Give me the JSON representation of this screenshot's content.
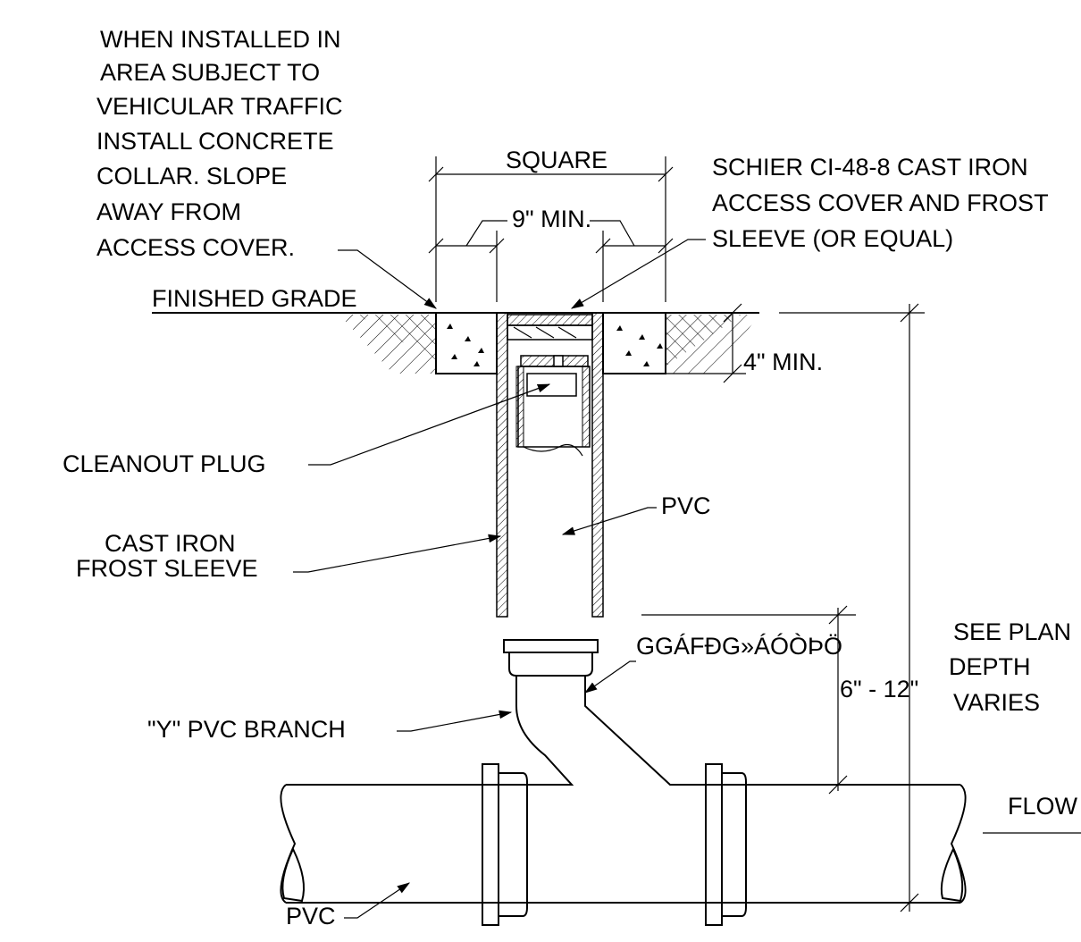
{
  "note_vehicular": [
    "WHEN INSTALLED IN",
    "AREA SUBJECT TO",
    "VEHICULAR TRAFFIC",
    "INSTALL CONCRETE",
    "COLLAR. SLOPE",
    "AWAY FROM",
    "ACCESS COVER."
  ],
  "dim_square": "SQUARE",
  "dim_min": "9\" MIN.",
  "note_cover": [
    "SCHIER CI-48-8 CAST IRON",
    "ACCESS COVER AND FROST",
    "SLEEVE (OR EQUAL)"
  ],
  "finished_grade": "FINISHED GRADE",
  "four_min": "4\" MIN.",
  "cleanout_plug": "CLEANOUT PLUG",
  "pvc_riser": "PVC",
  "frost_sleeve": [
    "CAST IRON",
    "FROST SLEEVE"
  ],
  "garbled": "GGÁFÐG»ÁÓÒÞÖ",
  "six_twelve": "6\" - 12\"",
  "see_plan": [
    "SEE PLAN",
    "DEPTH",
    "VARIES"
  ],
  "y_branch": "\"Y\" PVC BRANCH",
  "flow": "FLOW",
  "pvc_main": "PVC"
}
